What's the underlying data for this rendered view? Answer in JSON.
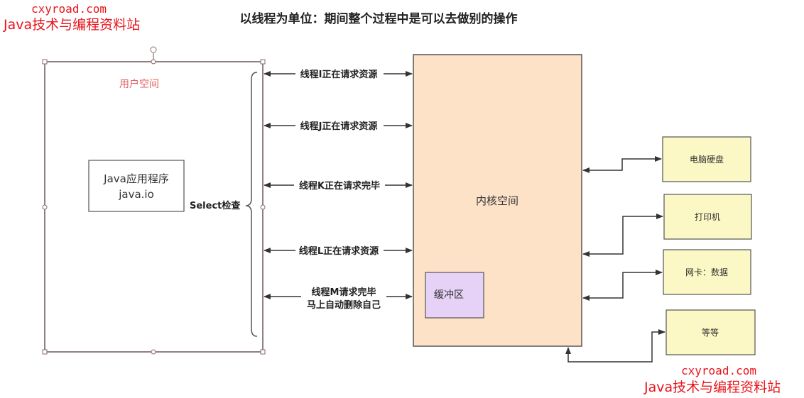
{
  "title": "以线程为单位：期间整个过程中是可以去做别的操作",
  "watermark": {
    "site": "cxyroad.com",
    "slogan": "Java技术与编程资料站"
  },
  "user_space": {
    "label": "用户空间",
    "app_box": {
      "line1": "Java应用程序",
      "line2": "java.io"
    },
    "select_label": "Select检查"
  },
  "threads": [
    {
      "label": "线程I正在请求资源"
    },
    {
      "label": "线程J正在请求资源"
    },
    {
      "label": "线程K正在请求完毕"
    },
    {
      "label": "线程L正在请求资源"
    },
    {
      "label_line1": "线程M请求完毕",
      "label_line2": "马上自动删除自己"
    }
  ],
  "kernel": {
    "label": "内核空间",
    "buffer_label": "缓冲区"
  },
  "devices": [
    "电脑硬盘",
    "打印机",
    "网卡：数据",
    "等等"
  ],
  "colors": {
    "kernel": "#fde2c8",
    "buffer": "#e6d2f7",
    "device": "#fbf8c5",
    "watermark": "#e8141b",
    "user_label": "#e0615f"
  }
}
